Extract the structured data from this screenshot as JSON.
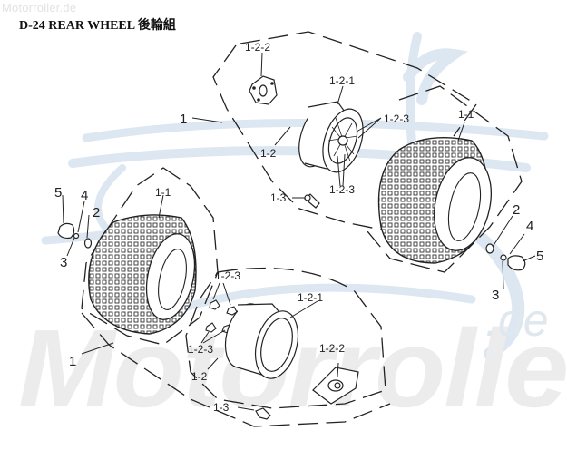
{
  "watermark": {
    "top_text": "Motorroller.de",
    "big_text": "Motorroller",
    "big_suffix": ".de"
  },
  "title": "D-24 REAR WHEEL 後輪組",
  "colors": {
    "line": "#222222",
    "watermark_blue": "#dbe6f0",
    "watermark_gray": "#ececec"
  },
  "labels": {
    "top_assembly": {
      "wheel_assembly": "1",
      "rim_assembly": "1-2",
      "hub_plate": "1-2-2",
      "rim": "1-2-1",
      "nut_upper": "1-2-3",
      "nut_lower": "1-2-3",
      "valve": "1-3"
    },
    "right_tire": {
      "tire": "1-1",
      "washer": "2",
      "nut": "3",
      "pin": "4",
      "cap": "5"
    },
    "left_tire": {
      "tire": "1-1",
      "washer": "2",
      "nut": "3",
      "pin": "4",
      "cap": "5",
      "wheel_assembly": "1"
    },
    "bottom_assembly": {
      "nut_upper": "1-2-3",
      "nut_lower": "1-2-3",
      "rim": "1-2-1",
      "hub_plate": "1-2-2",
      "rim_assembly": "1-2",
      "valve": "1-3"
    }
  }
}
